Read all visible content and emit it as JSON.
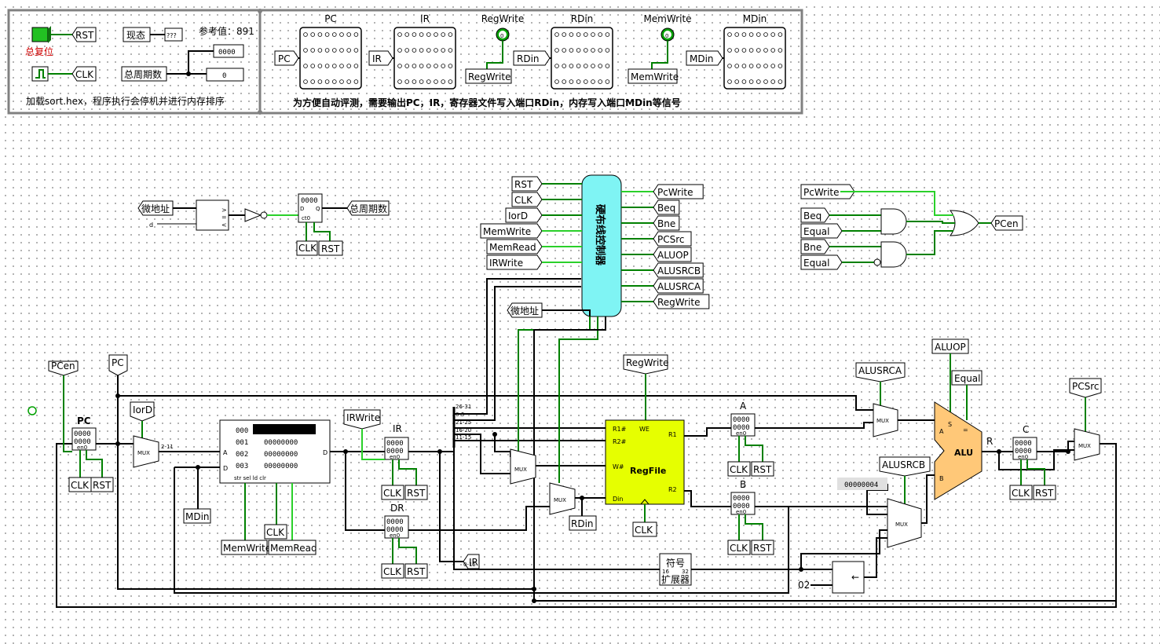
{
  "panel": {
    "reset_pin": "RST",
    "reset_label": "总复位",
    "clk_pin": "CLK",
    "state_label": "现态",
    "state_value": "???",
    "ref_label": "参考值：891",
    "total_cycles_label": "总周期数",
    "hex_value": "0000",
    "dec_value": "0",
    "note": "加载sort.hex，程序执行会停机并进行内存排序"
  },
  "probes": {
    "note": "为方便自动评测，需要输出PC，IR，寄存器文件写入端口RDin，内存写入端口MDin等信号",
    "items": [
      {
        "title": "PC",
        "tag": "PC"
      },
      {
        "title": "IR",
        "tag": "IR"
      },
      {
        "title": "RegWrite",
        "tag": "RegWrite"
      },
      {
        "title": "RDin",
        "tag": "RDin"
      },
      {
        "title": "MemWrite",
        "tag": "MemWrite"
      },
      {
        "title": "MDin",
        "tag": "MDin"
      }
    ],
    "led_value": "0"
  },
  "counter": {
    "tunnel": "微地址",
    "d_label": "d",
    "reg_value": "0000",
    "d_pin": "D",
    "q_pin": "Q",
    "ct_pin": "ct0",
    "clk": "CLK",
    "rst": "RST",
    "out": "总周期数"
  },
  "controller": {
    "title": "硬布线控制器",
    "inputs": [
      "RST",
      "CLK",
      "IorD",
      "MemWrite",
      "MemRead",
      "IRWrite"
    ],
    "outputs": [
      "PcWrite",
      "Beq",
      "Bne",
      "PCSrc",
      "ALUOP",
      "ALUSRCB",
      "ALUSRCA",
      "RegWrite"
    ],
    "micro_addr": "微地址"
  },
  "pclogic": {
    "inputs": [
      "PcWrite",
      "Beq",
      "Equal",
      "Bne",
      "Equal"
    ],
    "out": "PCen"
  },
  "datapath": {
    "pcen": "PCen",
    "pc_tunnel": "PC",
    "pc_reg": {
      "title": "PC",
      "v1": "0000",
      "v2": "0000",
      "en": "en0"
    },
    "iord": "IorD",
    "mux": "MUX",
    "bits_2_11": "2-11",
    "mem_addrs": [
      "000",
      "001",
      "002",
      "003"
    ],
    "mem_values": [
      "00000000",
      "00000000",
      "00000000",
      "00000000"
    ],
    "mem_pin_a": "A",
    "mem_pin_d": "D",
    "mem_pin_dout": "D",
    "mem_bottom": "str sel  ld clr",
    "memwrite": "MemWrite",
    "memread": "MemRead",
    "mdin": "MDin",
    "irwrite": "IRWrite",
    "ir_reg": {
      "title": "IR",
      "v1": "0000",
      "v2": "0000",
      "en": "en0"
    },
    "dr_reg": {
      "title": "DR",
      "v1": "0000",
      "v2": "0000",
      "en": "en0"
    },
    "ir_tunnel": "IR",
    "bits_0_15": "0-15",
    "splitter_labels": [
      "26-31",
      "0-5",
      "21-25",
      "16-20",
      "11-15"
    ],
    "regwrite": "RegWrite",
    "regfile": {
      "title": "RegFile",
      "r1n": "R1#",
      "r2n": "R2#",
      "wn": "W#",
      "we": "WE",
      "din": "Din",
      "r1": "R1",
      "r2": "R2"
    },
    "rdin": "RDin",
    "a_reg": {
      "title": "A",
      "v1": "0000",
      "v2": "0000",
      "en": "en0"
    },
    "b_reg": {
      "title": "B",
      "v1": "0000",
      "v2": "0000",
      "en": "en0"
    },
    "c_reg": {
      "title": "C",
      "v1": "0000",
      "v2": "0000",
      "en": "en0"
    },
    "alusrca": "ALUSRCA",
    "alusrcb": "ALUSRCB",
    "aluop": "ALUOP",
    "equal": "Equal",
    "alu": {
      "title": "ALU",
      "a": "A",
      "b": "B",
      "s": "S",
      "eq": "="
    },
    "const4": "00000004",
    "pcsrc": "PCSrc",
    "r_label": "R",
    "sext_line1": "符号",
    "sext_line2": "扩展器",
    "sext_16": "16",
    "sext_32": "32",
    "shift_const": "02",
    "clk": "CLK",
    "rst": "RST"
  }
}
